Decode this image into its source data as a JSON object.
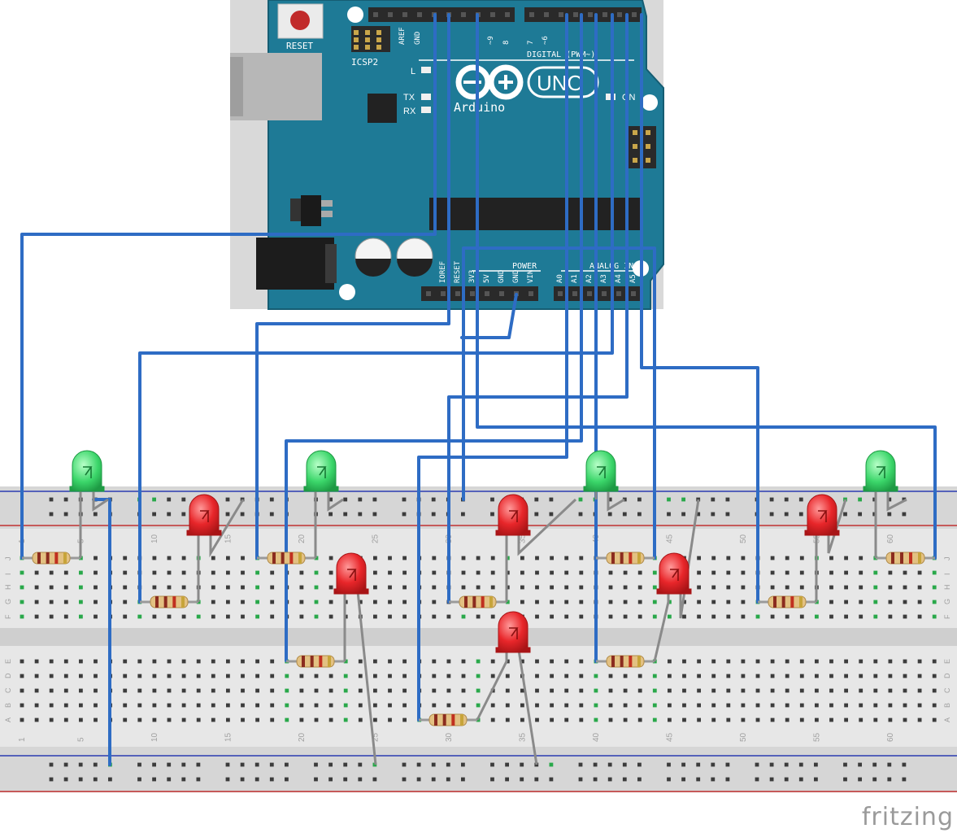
{
  "board": {
    "reset": "RESET",
    "icsp": "ICSP2",
    "top_header_labels": [
      "AREF",
      "GND",
      "~9",
      "8",
      "7",
      "~6"
    ],
    "digital_label": "DIGITAL (PWM~)",
    "led_l": "L",
    "tx": "TX",
    "rx": "RX",
    "on": "ON",
    "uno": "UNO",
    "arduino": "Arduino",
    "power_label": "POWER",
    "analog_label": "ANALOG IN",
    "power_pins": [
      "IOREF",
      "RESET",
      "3V3",
      "5V",
      "GND",
      "GND",
      "VIN"
    ],
    "analog_pins": [
      "A0",
      "A1",
      "A2",
      "A3",
      "A4",
      "A5"
    ]
  },
  "breadboard": {
    "column_numbers_top": [
      "1",
      "5",
      "10",
      "15",
      "20",
      "25",
      "30",
      "35",
      "40",
      "45",
      "50",
      "55",
      "60"
    ],
    "column_numbers_bottom": [
      "1",
      "5",
      "10",
      "15",
      "20",
      "25",
      "30",
      "35",
      "40",
      "45",
      "50",
      "55",
      "60"
    ],
    "row_letters_top": [
      "J",
      "I",
      "H",
      "G",
      "F"
    ],
    "row_letters_bottom": [
      "E",
      "D",
      "C",
      "B",
      "A"
    ]
  },
  "components": {
    "green_led_color": "#3bd66a",
    "red_led_color": "#e8262a",
    "wire_color": "#2e6cc4",
    "leg_color": "#8a8a8a"
  },
  "brand": "fritzing"
}
